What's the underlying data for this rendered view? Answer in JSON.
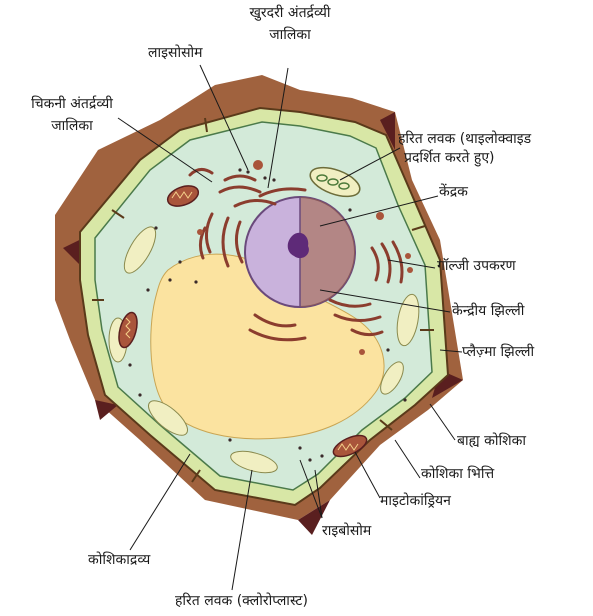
{
  "labels": {
    "rough_er": [
      "खुरदरी अंतर्द्रव्यी",
      "जालिका"
    ],
    "lysosome": "लाइसोसोम",
    "smooth_er": [
      "चिकनी अंतर्द्रव्यी",
      "जालिका"
    ],
    "chloroplast_thylakoid": [
      "हरित लवक (थाइलोक्वाइड",
      "प्रदर्शित करते हुए)"
    ],
    "nucleus": "केंद्रक",
    "golgi": "गॉल्जी उपकरण",
    "nuclear_membrane": "केन्द्रीय झिल्ली",
    "plasma_membrane": "प्लैज़्मा झिल्ली",
    "outer_cell": "बाह्य कोशिका",
    "cell_wall": "कोशिका भित्ति",
    "mitochondria": "माइटोकांड्रियन",
    "ribosome": "राइबोसोम",
    "cytoplasm": "कोशिकाद्रव्य",
    "chloroplast": "हरित लवक (क्लोरोप्लास्ट)"
  },
  "colors": {
    "outer_wall": "#a0623e",
    "wall_dark": "#5a1f1f",
    "wall_band": "#d8e7a6",
    "cytoplasm": "#d3ead9",
    "vacuole": "#fbe3a0",
    "nucleus": "#c9b2dc",
    "nucleolus": "#5e2a78",
    "organelle": "#8b3d2e",
    "chloroplast": "#f1efc2"
  }
}
